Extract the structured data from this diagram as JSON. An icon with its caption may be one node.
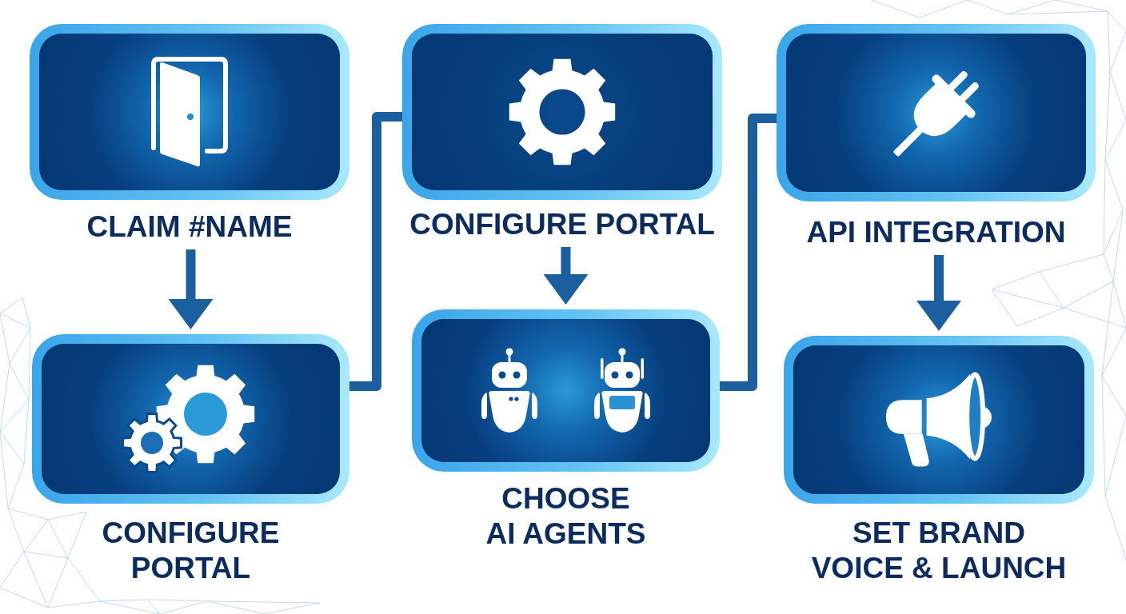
{
  "diagram": {
    "nodes": [
      {
        "text": [
          "CLAIM #NAME"
        ]
      },
      {
        "text": [
          "CONFIGURE PORTAL"
        ]
      },
      {
        "text": [
          "CONFIGURE PORTAL"
        ]
      },
      {
        "text": [
          "CHOOSE AI AGENTS"
        ]
      },
      {
        "text": [
          "API INTEGRATION"
        ]
      },
      {
        "text": [
          "SET BRAND VOICE & LAUNCH"
        ]
      }
    ],
    "edges": [
      {
        "from": 0,
        "to": 1,
        "arrow": "to"
      },
      {
        "from": 1,
        "to": 2,
        "arrow": "none"
      },
      {
        "from": 2,
        "to": 3,
        "arrow": "to"
      },
      {
        "from": 3,
        "to": 4,
        "arrow": "none"
      },
      {
        "from": 4,
        "to": 5,
        "arrow": "to"
      }
    ]
  }
}
